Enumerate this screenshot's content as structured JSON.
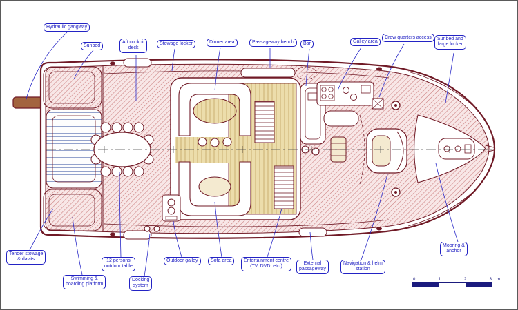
{
  "colors": {
    "hull_line": "#701a26",
    "label_blue": "#2323c4",
    "hatch_pink": "#cb7f7f",
    "teak_tan": "#c7a96a",
    "scale_navy": "#1b1b7e"
  },
  "diagram": {
    "type": "catamaran-deck-plan",
    "labels": [
      {
        "id": "hydraulic-gangway",
        "line1": "Hydraulic gangway"
      },
      {
        "id": "sunbed",
        "line1": "Sunbed"
      },
      {
        "id": "aft-cockpit-deck",
        "line1": "Aft cockpit",
        "line2": "deck"
      },
      {
        "id": "stowage-locker",
        "line1": "Stowage locker"
      },
      {
        "id": "dinner-area",
        "line1": "Dinner area"
      },
      {
        "id": "passageway-bench",
        "line1": "Passageway bench"
      },
      {
        "id": "bar",
        "line1": "Bar"
      },
      {
        "id": "galley-area",
        "line1": "Galley area"
      },
      {
        "id": "crew-quarters-access",
        "line1": "Crew quarters access"
      },
      {
        "id": "sunbed-and-large-locker",
        "line1": "Sunbed and",
        "line2": "large locker"
      },
      {
        "id": "tender-stowage-davits",
        "line1": "Tender stowage",
        "line2": "& davits"
      },
      {
        "id": "swimming-boarding-platform",
        "line1": "Swimming &",
        "line2": "boarding platform"
      },
      {
        "id": "twelve-persons-outdoor-table",
        "line1": "12 persons",
        "line2": "outdoor table"
      },
      {
        "id": "docking-system",
        "line1": "Docking",
        "line2": "system"
      },
      {
        "id": "outdoor-galley",
        "line1": "Outdoor galley"
      },
      {
        "id": "sofa-area",
        "line1": "Sofa area"
      },
      {
        "id": "entertainment-centre",
        "line1": "Entertainment centre",
        "line2": "(TV, DVD, etc.)"
      },
      {
        "id": "external-passageway",
        "line1": "External",
        "line2": "passageway"
      },
      {
        "id": "navigation-helm-station",
        "line1": "Navigation & helm",
        "line2": "station"
      },
      {
        "id": "mooring-anchor",
        "line1": "Mooring &",
        "line2": "anchor"
      }
    ],
    "scale_bar": {
      "ticks": [
        "0",
        "1",
        "2",
        "3"
      ],
      "unit": "m"
    }
  }
}
